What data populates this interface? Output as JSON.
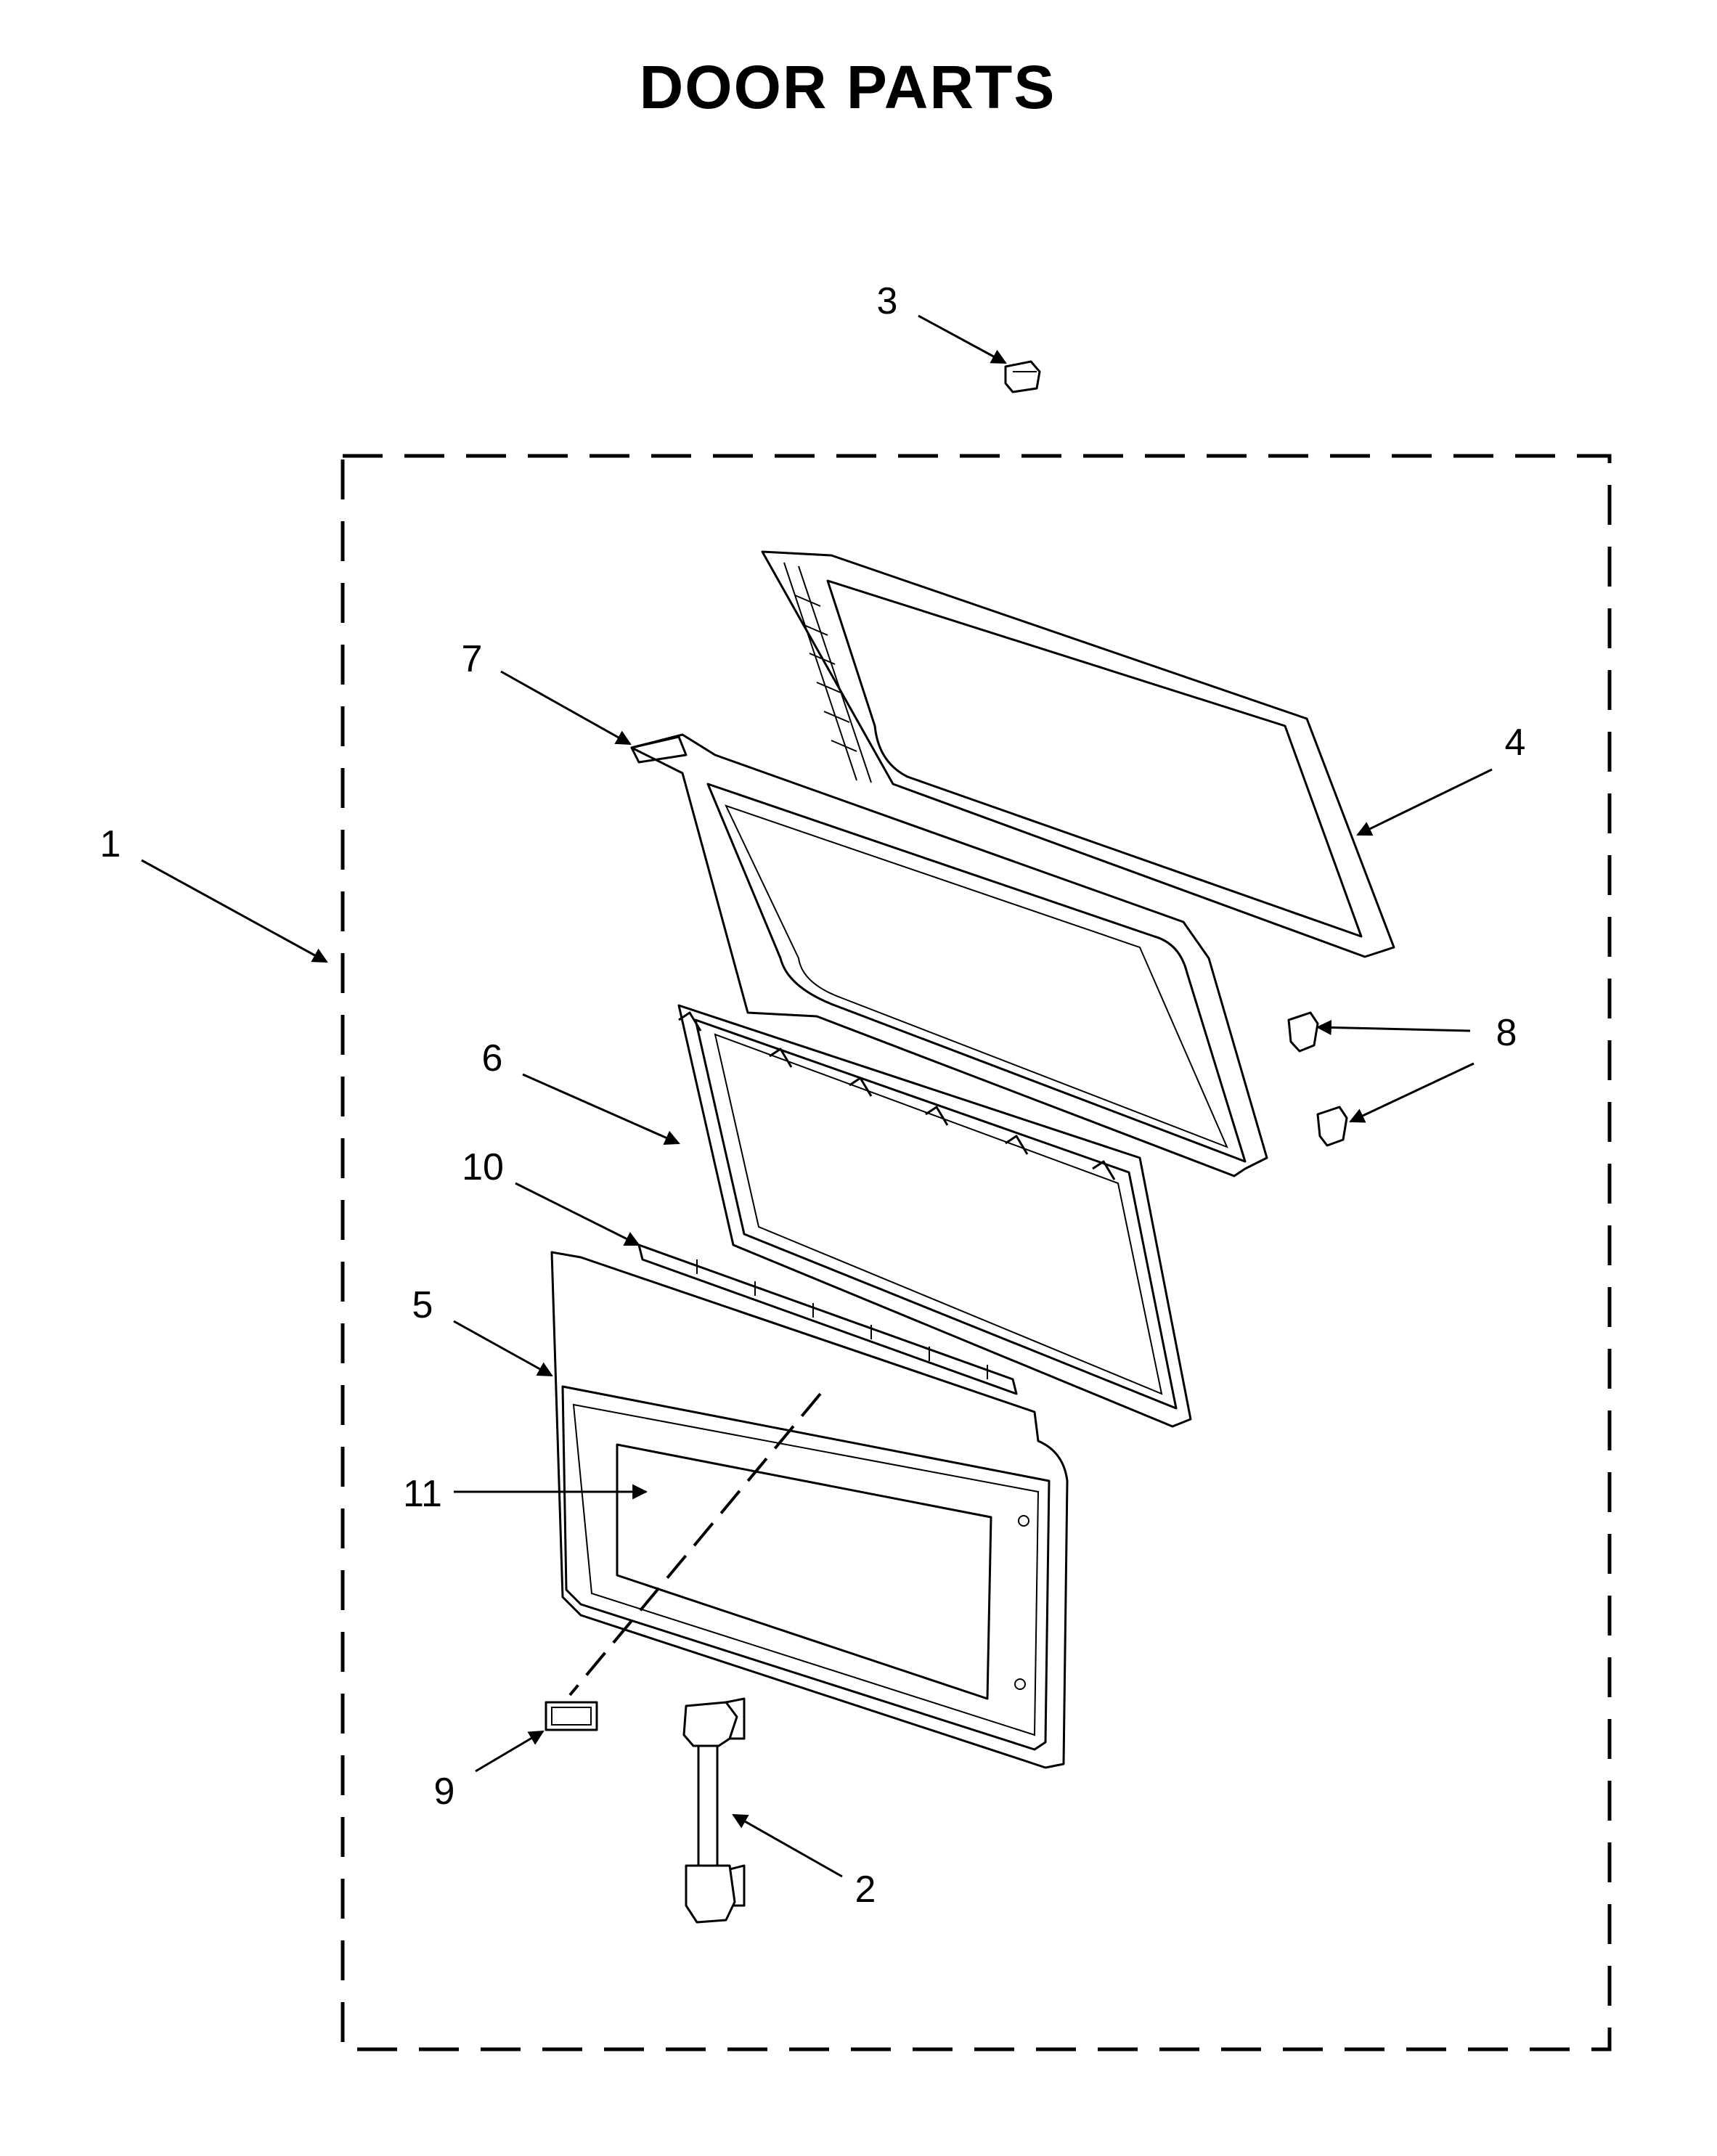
{
  "title": "DOOR PARTS",
  "callouts": [
    "1",
    "2",
    "3",
    "4",
    "5",
    "6",
    "7",
    "8",
    "9",
    "10",
    "11"
  ]
}
